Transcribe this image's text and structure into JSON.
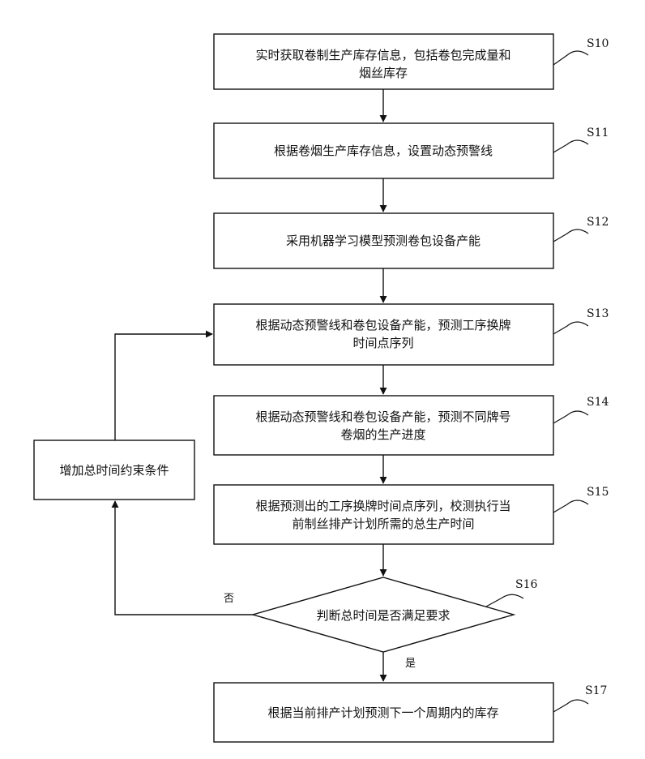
{
  "steps": [
    {
      "id": "S10",
      "lines": [
        "实时获取卷制生产库存信息，包括卷包完成量和",
        "烟丝库存"
      ]
    },
    {
      "id": "S11",
      "lines": [
        "根据卷烟生产库存信息，设置动态预警线"
      ]
    },
    {
      "id": "S12",
      "lines": [
        "采用机器学习模型预测卷包设备产能"
      ]
    },
    {
      "id": "S13",
      "lines": [
        "根据动态预警线和卷包设备产能，预测工序换牌",
        "时间点序列"
      ]
    },
    {
      "id": "S14",
      "lines": [
        "根据动态预警线和卷包设备产能，预测不同牌号",
        "卷烟的生产进度"
      ]
    },
    {
      "id": "S15",
      "lines": [
        "根据预测出的工序换牌时间点序列，校测执行当",
        "前制丝排产计划所需的总生产时间"
      ]
    },
    {
      "id": "S17",
      "lines": [
        "根据当前排产计划预测下一个周期内的库存"
      ]
    }
  ],
  "decision": {
    "id": "S16",
    "text": "判断总时间是否满足要求",
    "yes_label": "是",
    "no_label": "否"
  },
  "side_box": {
    "text": "增加总时间约束条件"
  }
}
